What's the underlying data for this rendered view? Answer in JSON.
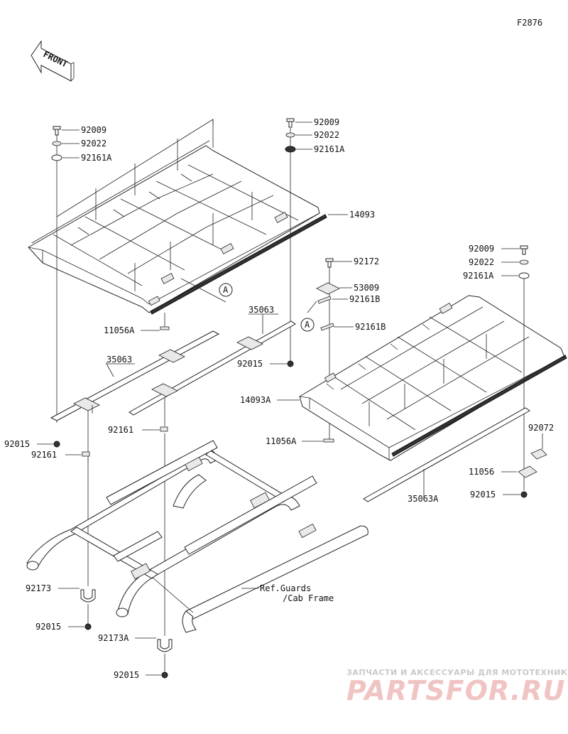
{
  "figure_id": "F2876",
  "front_label": "FRONT",
  "callout_letter": "A",
  "labels": {
    "l92009_a": "92009",
    "l92022_a": "92022",
    "l92161A_a": "92161A",
    "l92009_b": "92009",
    "l92022_b": "92022",
    "l92161A_b": "92161A",
    "l14093": "14093",
    "l35063_a": "35063",
    "l11056A_a": "11056A",
    "l35063_b": "35063",
    "l92015_a": "92015",
    "l92015_b": "92015",
    "l92161_a": "92161",
    "l92161_b": "92161",
    "l92172": "92172",
    "l53009": "53009",
    "l92161B_a": "92161B",
    "l92161B_b": "92161B",
    "l92009_c": "92009",
    "l92022_c": "92022",
    "l92161A_c": "92161A",
    "l14093A": "14093A",
    "l11056A_b": "11056A",
    "l92072": "92072",
    "l11056": "11056",
    "l92015_c": "92015",
    "l35063A": "35063A",
    "l92173": "92173",
    "l92015_d": "92015",
    "l92173A": "92173A",
    "l92015_e": "92015",
    "ref_line1": "Ref.Guards",
    "ref_line2": "/Cab Frame"
  },
  "watermark": {
    "tagline": "ЗАПЧАСТИ И АКСЕССУАРЫ ДЛЯ МОТОТЕХНИКИ",
    "logo": "PARTSFOR.RU"
  },
  "colors": {
    "line": "#222222",
    "watermark_text": "#c9c9c9",
    "watermark_logo": "#f1c4c4"
  }
}
